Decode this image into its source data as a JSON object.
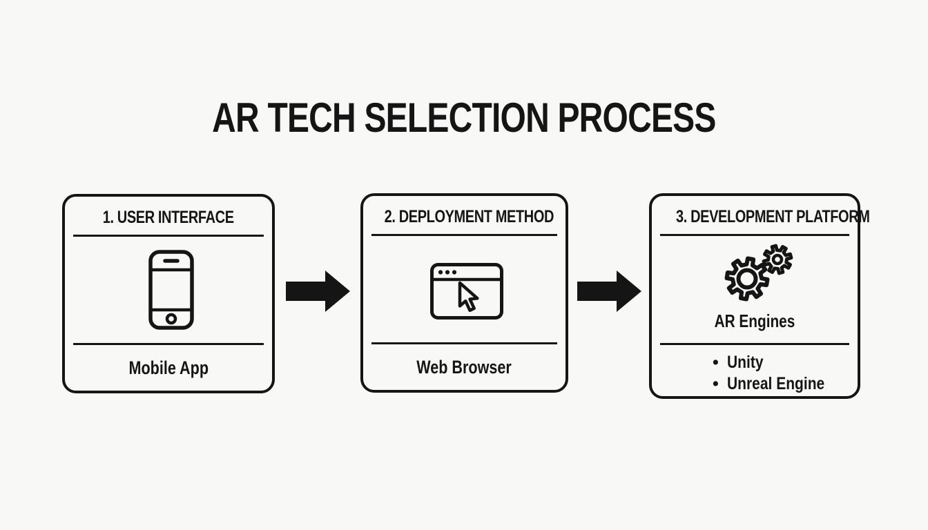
{
  "colors": {
    "background": "#f8f8f6",
    "ink": "#151515"
  },
  "title": "AR TECH SELECTION PROCESS",
  "bullet_char": "•",
  "steps": [
    {
      "header": "1. USER INTERFACE",
      "icon": "smartphone-icon",
      "label": "Mobile App"
    },
    {
      "header": "2. DEPLOYMENT METHOD",
      "icon": "browser-cursor-icon",
      "label": "Web Browser"
    },
    {
      "header": "3. DEVELOPMENT PLATFORM",
      "icon": "gears-icon",
      "caption": "AR Engines",
      "bullets": [
        "Unity",
        "Unreal Engine"
      ]
    }
  ],
  "connectors": [
    {
      "type": "arrow-right"
    },
    {
      "type": "arrow-right"
    }
  ]
}
